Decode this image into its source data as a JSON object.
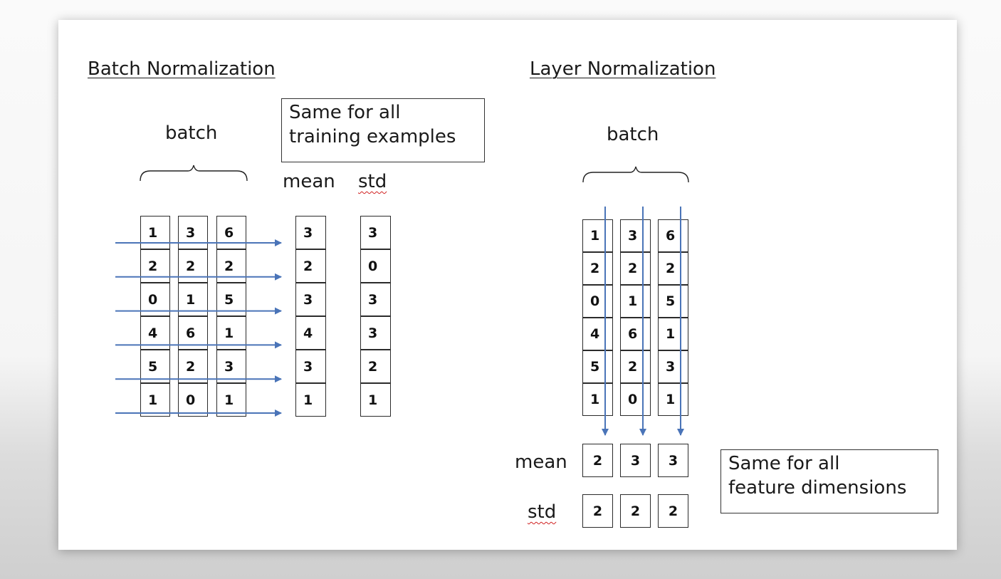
{
  "batch_norm": {
    "heading": "Batch Normalization",
    "batch_label": "batch",
    "note": [
      "Same for all",
      "training examples"
    ],
    "mean_label": "mean",
    "std_label": "std",
    "matrix": [
      [
        1,
        3,
        6
      ],
      [
        2,
        2,
        2
      ],
      [
        0,
        1,
        5
      ],
      [
        4,
        6,
        1
      ],
      [
        5,
        2,
        3
      ],
      [
        1,
        0,
        1
      ]
    ],
    "mean": [
      3,
      2,
      3,
      4,
      3,
      1
    ],
    "std": [
      3,
      0,
      3,
      3,
      2,
      1
    ]
  },
  "layer_norm": {
    "heading": "Layer Normalization",
    "batch_label": "batch",
    "note": [
      "Same for all",
      "feature dimensions"
    ],
    "mean_label": "mean",
    "std_label": "std",
    "matrix": [
      [
        1,
        3,
        6
      ],
      [
        2,
        2,
        2
      ],
      [
        0,
        1,
        5
      ],
      [
        4,
        6,
        1
      ],
      [
        5,
        2,
        3
      ],
      [
        1,
        0,
        1
      ]
    ],
    "mean": [
      2,
      3,
      3
    ],
    "std": [
      2,
      2,
      2
    ]
  },
  "colors": {
    "arrow": "#4a74b8",
    "border": "#2b2b2b"
  }
}
